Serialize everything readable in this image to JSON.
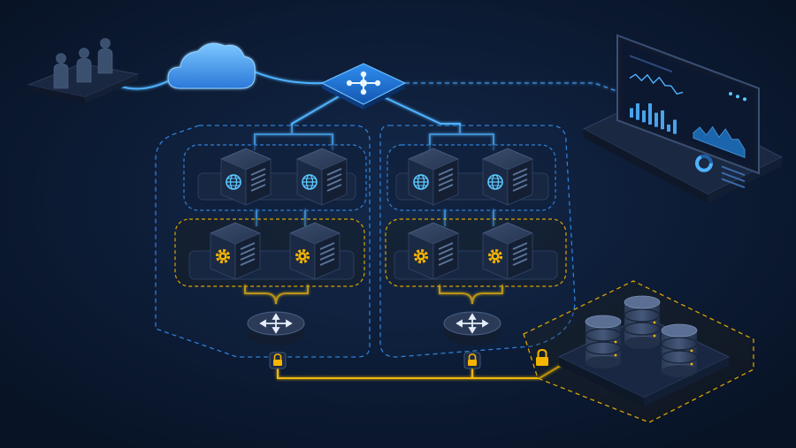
{
  "colors": {
    "background": "#0b1a33",
    "blue_link": "#4fb3ff",
    "gold_link": "#f2b807",
    "blue_zone": "#2f7fd6",
    "gold_zone": "#d9a400",
    "server_face": "#24344f",
    "server_dark": "#141f33",
    "icon_blue": "#5cc8ff",
    "icon_gold": "#f5b400"
  },
  "icons": {
    "users": "people-group-icon",
    "cloud": "cloud-icon",
    "core_switch": "network-hub-icon",
    "web_server": "globe-icon",
    "app_server": "gear-icon",
    "router": "router-arrows-icon",
    "lock": "padlock-icon",
    "database": "database-stack-icon",
    "monitor": "dashboard-monitor-icon"
  },
  "monitor_charts": {
    "line_chart": [
      3,
      6,
      4,
      8,
      5,
      9,
      6,
      7,
      4,
      6
    ],
    "bar_chart": [
      4,
      7,
      5,
      9,
      6,
      8,
      3,
      6
    ],
    "area_chart": [
      2,
      5,
      3,
      7,
      4,
      8,
      5,
      6,
      3
    ]
  }
}
